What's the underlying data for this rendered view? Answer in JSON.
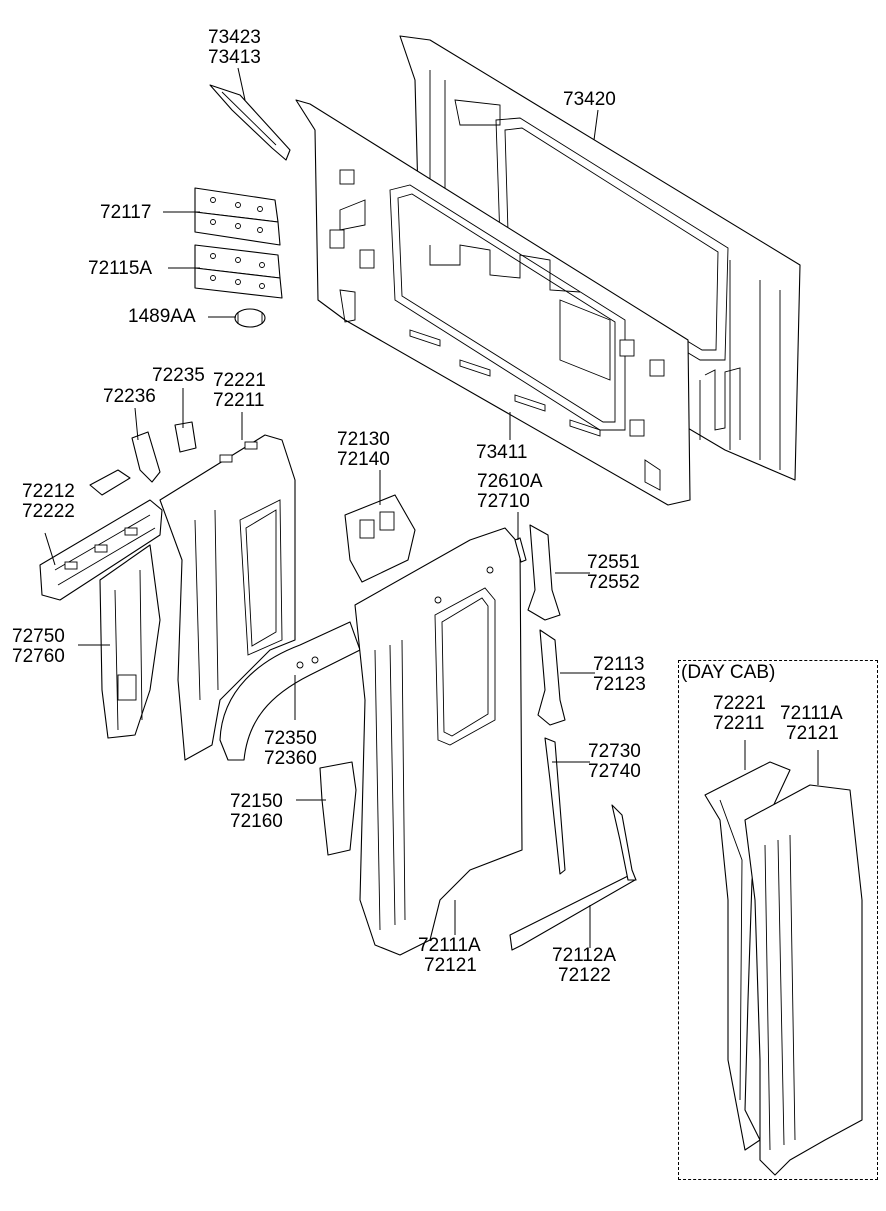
{
  "inset": {
    "title": "(DAY CAB)"
  },
  "labels": {
    "p73423": "73423",
    "p73413": "73413",
    "p73420": "73420",
    "p72117": "72117",
    "p72115A": "72115A",
    "p1489AA": "1489AA",
    "p72235": "72235",
    "p72221": "72221",
    "p72211": "72211",
    "p72236": "72236",
    "p72130": "72130",
    "p72140": "72140",
    "p73411": "73411",
    "p72610A": "72610A",
    "p72710": "72710",
    "p72212": "72212",
    "p72222": "72222",
    "p72551": "72551",
    "p72552": "72552",
    "p72750": "72750",
    "p72760": "72760",
    "p72113": "72113",
    "p72123": "72123",
    "p72350": "72350",
    "p72360": "72360",
    "p72730": "72730",
    "p72740": "72740",
    "p72150": "72150",
    "p72160": "72160",
    "p72111A": "72111A",
    "p72121": "72121",
    "p72112A": "72112A",
    "p72122": "72122",
    "dc72221": "72221",
    "dc72211": "72211",
    "dc72111A": "72111A",
    "dc72121": "72121"
  }
}
